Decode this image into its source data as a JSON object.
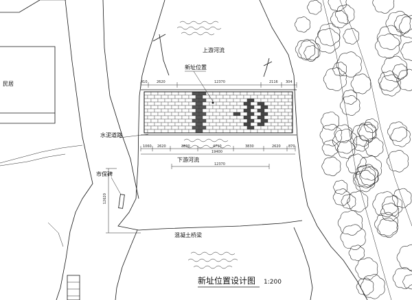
{
  "labels": {
    "upstream": "上游河流",
    "downstream": "下游河流",
    "new_site": "新址位置",
    "residence": "民居",
    "cement_road": "水泥道路",
    "heritage_stele": "市保碑",
    "concrete_bridge": "混凝土桥梁",
    "drawing_title": "新址位置设计图",
    "scale": "1:200"
  },
  "dimensions": {
    "top": [
      "410",
      "2620",
      "12370",
      "2116",
      "304"
    ],
    "bottom": [
      "1060",
      "2620",
      "3830",
      "4710",
      "3830",
      "2620",
      "870"
    ],
    "bottom_total": "19400",
    "lower_total": "12370",
    "vertical": "12620"
  }
}
